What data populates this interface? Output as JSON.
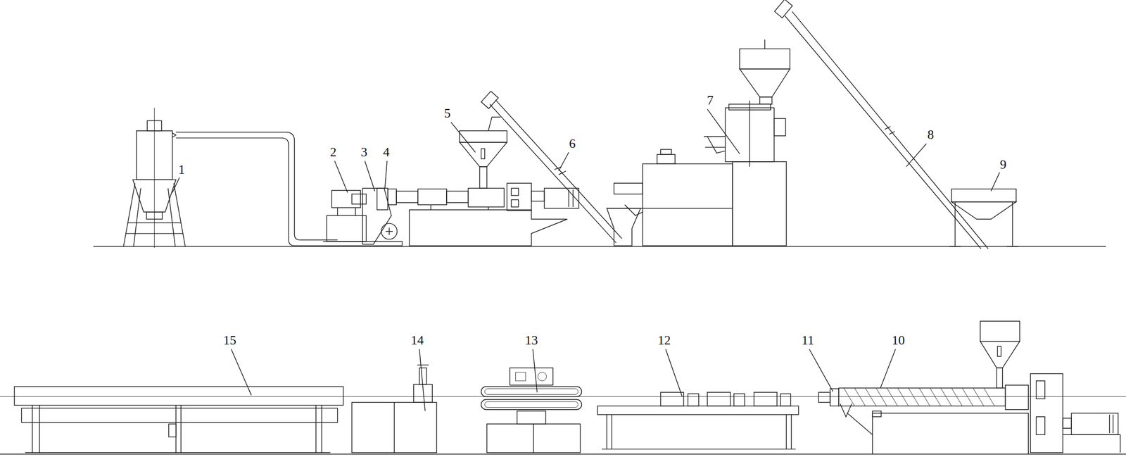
{
  "diagram": {
    "labels": [
      "1",
      "2",
      "3",
      "4",
      "5",
      "6",
      "7",
      "8",
      "9",
      "15",
      "14",
      "13",
      "12",
      "11",
      "10"
    ]
  }
}
